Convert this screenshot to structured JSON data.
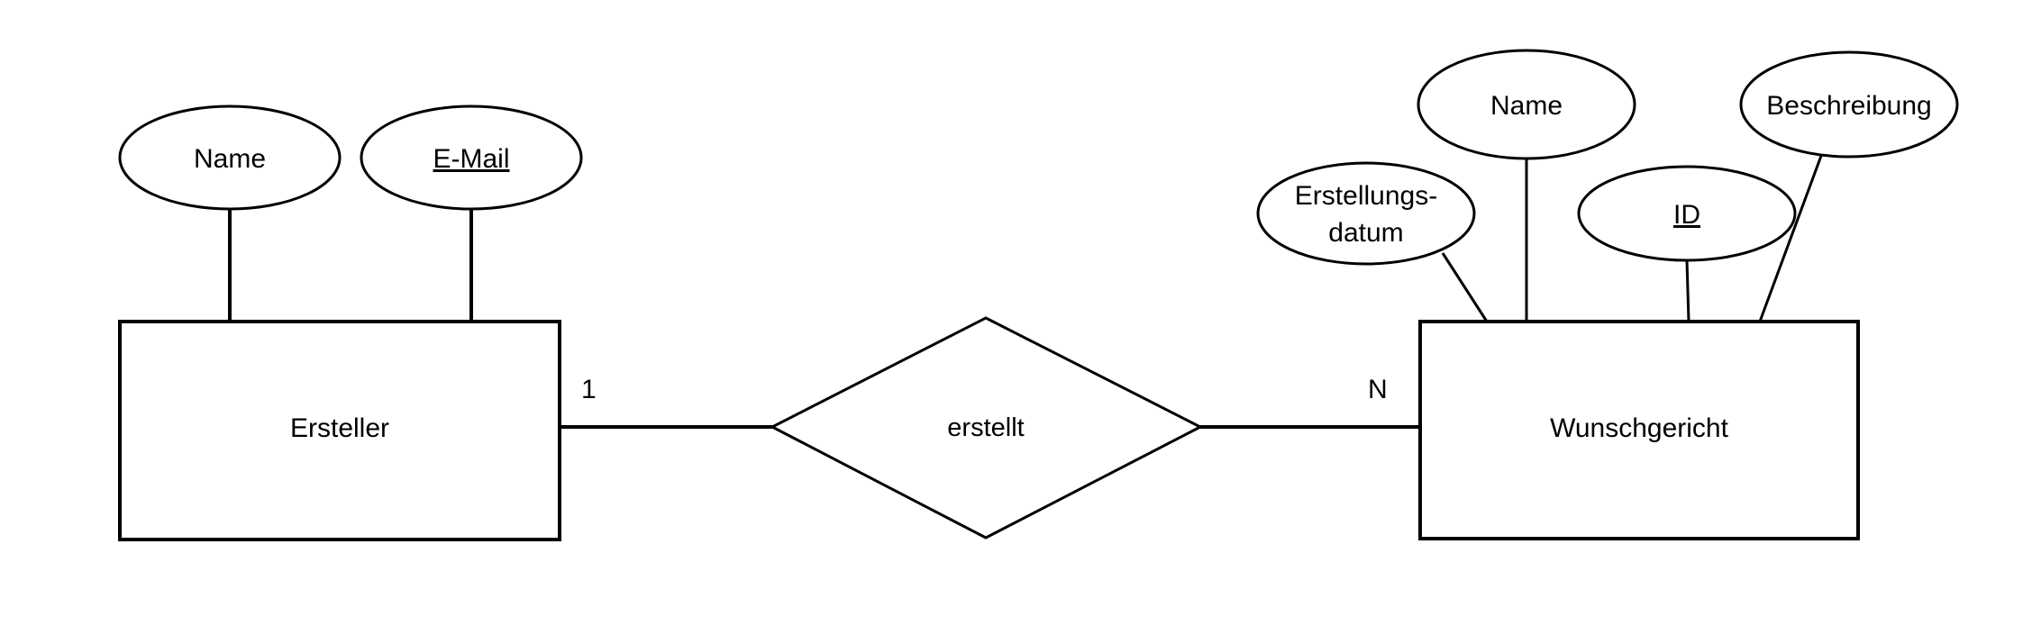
{
  "diagram": {
    "type": "er-diagram",
    "title": "",
    "notation": "Chen",
    "background_color": "#ffffff",
    "stroke_color": "#000000",
    "entities": [
      {
        "id": "ersteller",
        "label": "Ersteller",
        "attributes": [
          {
            "label": "Name",
            "key": false
          },
          {
            "label": "E-Mail",
            "key": true
          }
        ]
      },
      {
        "id": "wunschgericht",
        "label": "Wunschgericht",
        "attributes": [
          {
            "label_line1": "Erstellungs-",
            "label_line2": "datum",
            "key": false
          },
          {
            "label": "Name",
            "key": false
          },
          {
            "label": "ID",
            "key": true
          },
          {
            "label": "Beschreibung",
            "key": false
          }
        ]
      }
    ],
    "relationship": {
      "id": "erstellt",
      "label": "erstellt",
      "left_entity": "Ersteller",
      "right_entity": "Wunschgericht",
      "left_cardinality": "1",
      "right_cardinality": "N"
    }
  },
  "labels": {
    "entity_ersteller": "Ersteller",
    "entity_wunschgericht": "Wunschgericht",
    "relationship_erstellt": "erstellt",
    "cardinality_left": "1",
    "cardinality_right": "N",
    "attr_ersteller_name": "Name",
    "attr_ersteller_email": "E-Mail",
    "attr_wg_erstellungsdatum_line1": "Erstellungs-",
    "attr_wg_erstellungsdatum_line2": "datum",
    "attr_wg_name": "Name",
    "attr_wg_id": "ID",
    "attr_wg_beschreibung": "Beschreibung"
  }
}
